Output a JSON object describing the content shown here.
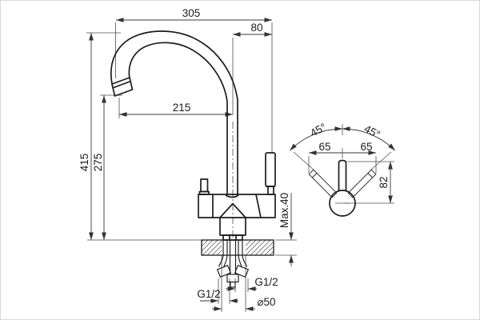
{
  "drawing": {
    "kind": "technical dimension drawing",
    "subject": "kitchen mixer faucet installation dimensions",
    "colors": {
      "line": "#1c1c1c",
      "dimension_line": "#3a3a3a",
      "background": "#ffffff"
    },
    "main_view": {
      "overall_width": "305",
      "spout_to_handle_offset": "80",
      "spout_reach": "215",
      "overall_height": "415",
      "spout_outlet_height": "275",
      "countertop_thickness": "Max.40",
      "left_hose_thread": "G1/2",
      "right_hose_thread": "G1/2",
      "mounting_hole_diameter": "⌀50"
    },
    "detail_view": {
      "handle_swing_left": "45°",
      "handle_swing_right": "45°",
      "handle_span_left": "65",
      "handle_span_right": "65",
      "handle_height": "82"
    }
  }
}
